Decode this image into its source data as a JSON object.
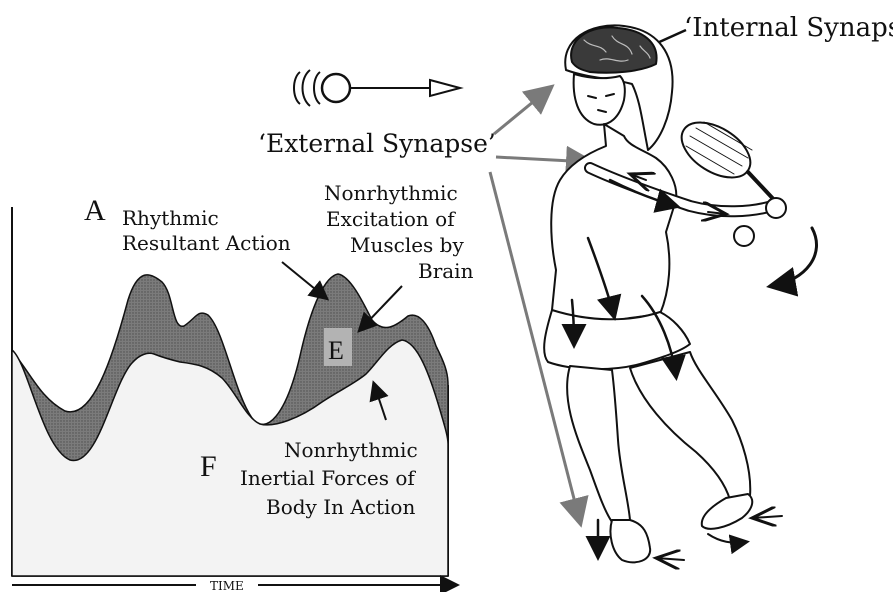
{
  "labels": {
    "internal_synapse": "‘Internal Synapse’",
    "external_synapse": "‘External Synapse’",
    "letter_a": "A",
    "letter_e": "E",
    "letter_f": "F",
    "rhythmic_line1": "Rhythmic",
    "rhythmic_line2": "Resultant Action",
    "nonrhythmic_excitation_line1": "Nonrhythmic",
    "nonrhythmic_excitation_line2": "Excitation of",
    "nonrhythmic_excitation_line3": "Muscles by",
    "nonrhythmic_excitation_line4": "Brain",
    "nonrhythmic_inertial_line1": "Nonrhythmic",
    "nonrhythmic_inertial_line2": "Inertial Forces of",
    "nonrhythmic_inertial_line3": "Body In Action",
    "time_axis": "TIME"
  },
  "colors": {
    "ink": "#111111",
    "shaded_band": "#6e6e6e",
    "light_fill": "#f3f3f3",
    "e_box": "#b3b3b3",
    "arrow_gray": "#7a7a7a",
    "brain": "#3a3a3a",
    "outline": "#000000"
  },
  "icons": {
    "ball": "tennis-ball-icon",
    "player": "tennis-player-illustration",
    "brain": "brain-icon"
  }
}
